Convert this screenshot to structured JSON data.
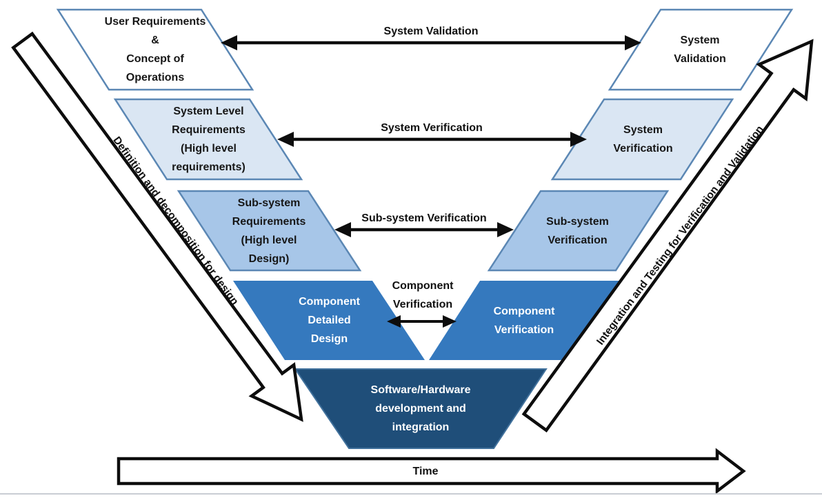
{
  "diagram": {
    "left_column": [
      {
        "text": "User Requirements\n&\nConcept of\nOperations"
      },
      {
        "text": "System Level\nRequirements\n(High level\nrequirements)"
      },
      {
        "text": "Sub-system\nRequirements\n(High level\nDesign)"
      },
      {
        "text": "Component\nDetailed\nDesign"
      }
    ],
    "right_column": [
      {
        "text": "System\nValidation"
      },
      {
        "text": "System\nVerification"
      },
      {
        "text": "Sub-system\nVerification"
      },
      {
        "text": "Component\nVerification"
      }
    ],
    "bottom_box": {
      "text": "Software/Hardware\ndevelopment and\nintegration"
    },
    "cross_arrows": [
      {
        "label": "System Validation"
      },
      {
        "label": "System Verification"
      },
      {
        "label": "Sub-system Verification"
      },
      {
        "label": "Component\nVerification"
      }
    ],
    "left_diagonal": {
      "label": "Definition and decomposition for design"
    },
    "right_diagonal": {
      "label": "Integration and Testing for Verification and Validation"
    },
    "time_axis": {
      "label": "Time"
    }
  },
  "colors": {
    "row1_fill": "#ffffff",
    "row2_fill": "#dae6f3",
    "row3_fill": "#a7c6e8",
    "row4_fill": "#3579be",
    "bottom_fill": "#1f4e79",
    "box_border": "#5b87b4",
    "bottom_border": "#41719c",
    "arrow_color": "#0d0d0d",
    "text_dark": "#171717",
    "text_light": "#ffffff"
  }
}
